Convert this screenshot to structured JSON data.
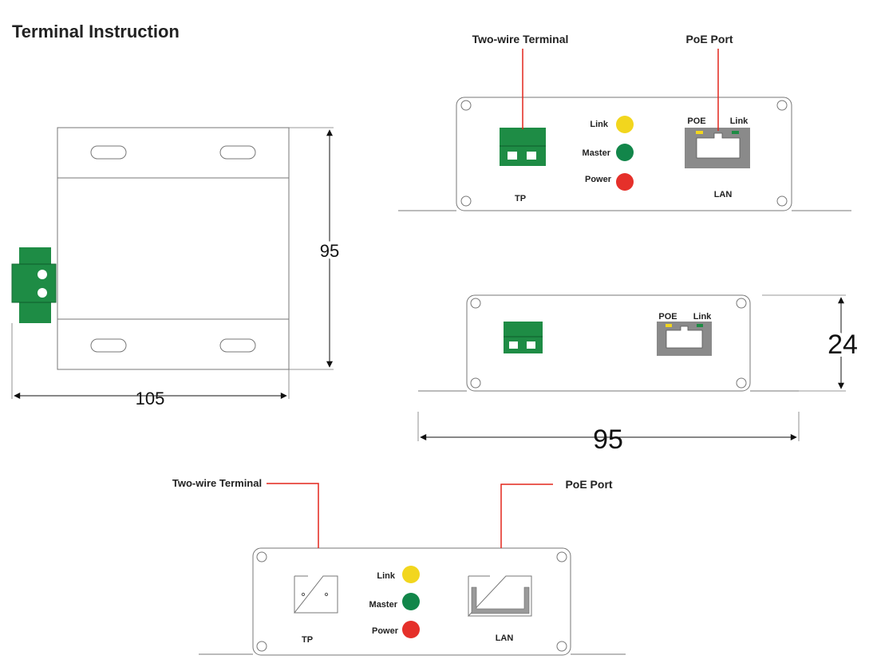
{
  "page": {
    "title": "Terminal Instruction"
  },
  "labels": {
    "two_wire_terminal": "Two-wire Terminal",
    "poe_port": "PoE Port",
    "link": "Link",
    "master": "Master",
    "power": "Power",
    "tp": "TP",
    "lan": "LAN",
    "poe": "POE"
  },
  "dimensions": {
    "top_width": "105",
    "top_height": "95",
    "side_height": "24",
    "side_width": "95"
  },
  "colors": {
    "terminal_green": "#1e8c45",
    "link_led": "#f2d61e",
    "master_led": "#12864a",
    "power_led": "#e5302a",
    "callout_red": "#e3261c",
    "outline": "#666666"
  }
}
